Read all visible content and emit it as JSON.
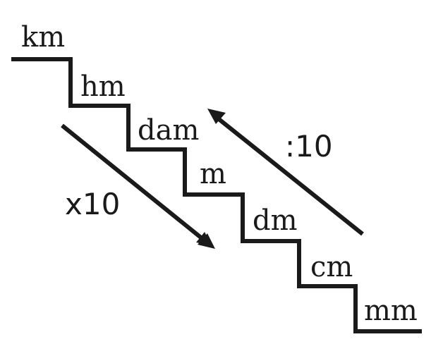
{
  "units": [
    "km",
    "hm",
    "dam",
    "m",
    "dm",
    "cm",
    "mm"
  ],
  "multiply_label": "x10",
  "divide_label": ":10",
  "colors": {
    "ink": "#1a1a1a",
    "background": "#ffffff"
  }
}
